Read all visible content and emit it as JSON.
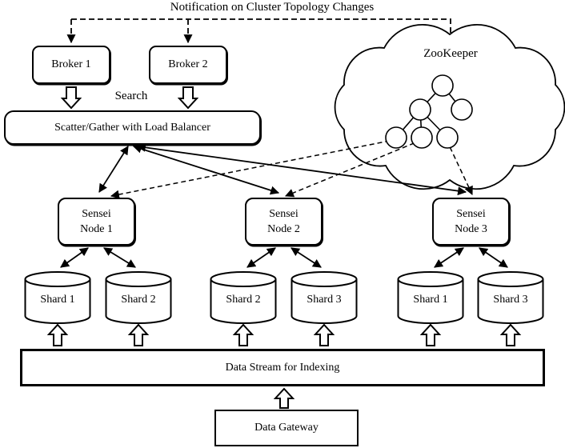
{
  "diagram": {
    "title": "Notification on Cluster Topology Changes",
    "search_label": "Search",
    "cloud_label": "ZooKeeper",
    "brokers": [
      {
        "label": "Broker 1"
      },
      {
        "label": "Broker 2"
      }
    ],
    "load_balancer": {
      "label": "Scatter/Gather with Load Balancer"
    },
    "sensei_nodes": [
      {
        "line1": "Sensei",
        "line2": "Node 1"
      },
      {
        "line1": "Sensei",
        "line2": "Node 2"
      },
      {
        "line1": "Sensei",
        "line2": "Node 3"
      }
    ],
    "shards": [
      {
        "label": "Shard 1"
      },
      {
        "label": "Shard 2"
      },
      {
        "label": "Shard 2"
      },
      {
        "label": "Shard 3"
      },
      {
        "label": "Shard 1"
      },
      {
        "label": "Shard 3"
      }
    ],
    "data_stream": {
      "label": "Data Stream for Indexing"
    },
    "data_gateway": {
      "label": "Data Gateway"
    },
    "colors": {
      "line": "#000000",
      "background": "#ffffff",
      "shape_fill": "#ffffff"
    }
  }
}
